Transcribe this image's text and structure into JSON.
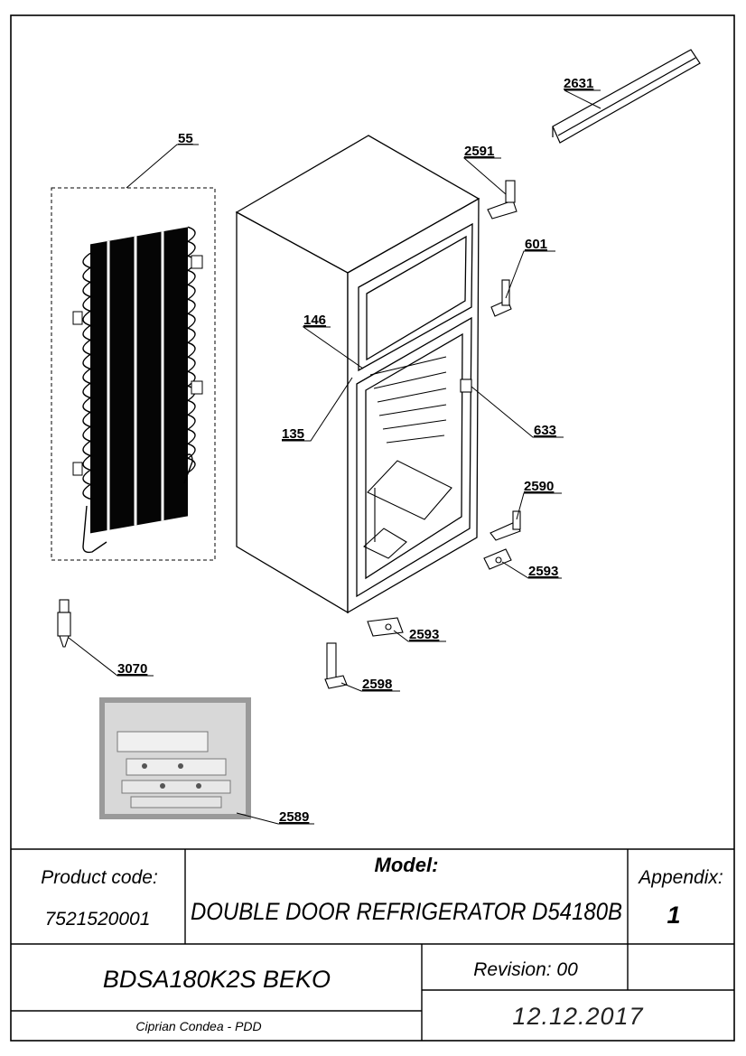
{
  "callouts": {
    "c55": "55",
    "c2631": "2631",
    "c2591": "2591",
    "c601": "601",
    "c146": "146",
    "c135": "135",
    "c633": "633",
    "c2590": "2590",
    "c2593a": "2593",
    "c2593b": "2593",
    "c3070": "3070",
    "c2598": "2598",
    "c2589": "2589"
  },
  "title_block": {
    "product_code_label": "Product code:",
    "product_code_value": "7521520001",
    "model_label": "Model:",
    "model_value": "DOUBLE DOOR REFRIGERATOR D54180B",
    "appendix_label": "Appendix:",
    "appendix_value": "1",
    "product_name": "BDSA180K2S BEKO",
    "revision": "Revision: 00",
    "author": "Ciprian Condea - PDD",
    "date": "12.12.2017"
  },
  "colors": {
    "line": "#000000",
    "condenser": "#050505",
    "bag": "#d8d8d8",
    "photo_bg": "#9a9a9a"
  }
}
